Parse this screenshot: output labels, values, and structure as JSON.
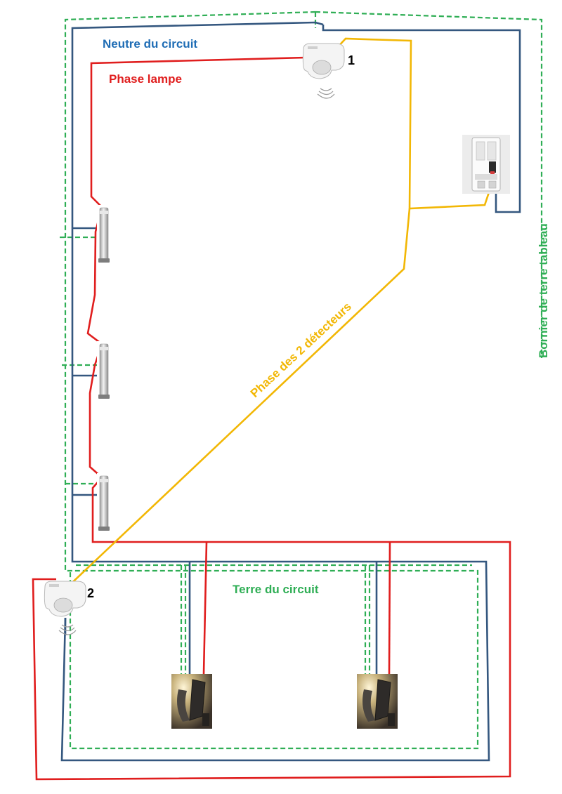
{
  "labels": {
    "neutre": "Neutre du circuit",
    "phase_lampe": "Phase lampe",
    "phase_detecteurs": "Phase des 2 détecteurs",
    "terre_circuit": "Terre du circuit",
    "bornier": "Bornier de terre tableau",
    "detector_1": "1",
    "detector_2": "2"
  },
  "colors": {
    "neutre": "#34577f",
    "phase": "#e01e1e",
    "phase_detecteurs": "#f2b705",
    "terre": "#2fae55",
    "neutre_text": "#1f6db5",
    "phase_text": "#e01e1e",
    "phase_detecteurs_text": "#f2b705",
    "terre_text": "#2fae55"
  },
  "components": {
    "detectors": [
      "motion-detector-1",
      "motion-detector-2"
    ],
    "breaker": "circuit-breaker",
    "bollards": 3,
    "wall_lamps": 2
  }
}
